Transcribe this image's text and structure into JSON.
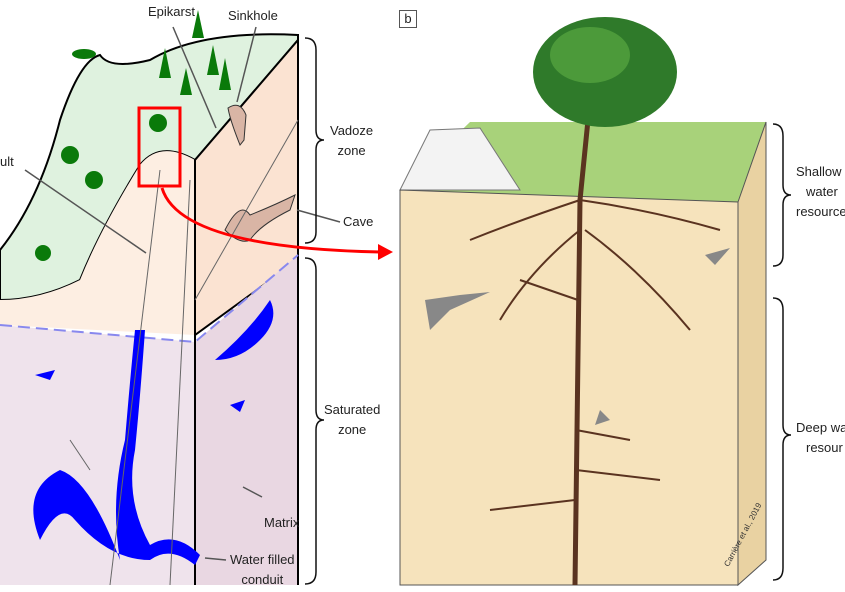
{
  "panel_a": {
    "labels": {
      "epikarst": "Epikarst",
      "sinkhole": "Sinkhole",
      "fault": "ult",
      "vadoze_zone": [
        "Vadoze",
        "zone"
      ],
      "cave": "Cave",
      "saturated_zone": [
        "Saturated",
        "zone"
      ],
      "matrix": "Matrix",
      "water_filled_conduit": [
        "Water filled",
        "conduit"
      ]
    }
  },
  "panel_b": {
    "tag": "b",
    "labels": {
      "shallow": [
        "Shallow",
        "water",
        "resource"
      ],
      "deep": [
        "Deep wa",
        "resour"
      ]
    },
    "credit": "Carrière et al., 2019"
  },
  "colors": {
    "vegetation": "#dff2df",
    "rock_vadose": "#fbe3d2",
    "rock_saturated": "#eedde6",
    "water": "#0000ff",
    "highlight": "#ff0000",
    "limestone": "#f6e3bc",
    "root": "#5a3320"
  }
}
